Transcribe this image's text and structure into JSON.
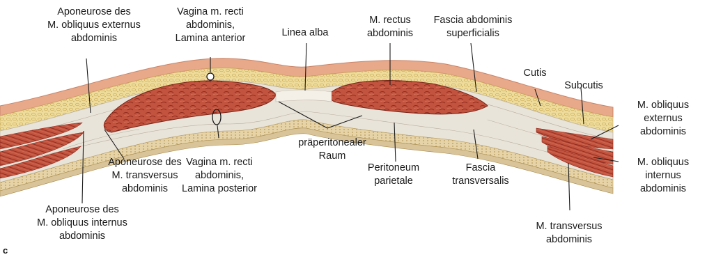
{
  "figure": {
    "panel_letter": "c",
    "labels": {
      "aponeurose_obliquus_externus": [
        "Aponeurose des",
        "M. obliquus externus",
        "abdominis"
      ],
      "vagina_lamina_anterior": [
        "Vagina m. recti",
        "abdominis,",
        "Lamina anterior"
      ],
      "linea_alba": [
        "Linea alba"
      ],
      "rectus_abdominis": [
        "M. rectus",
        "abdominis"
      ],
      "fascia_superficialis": [
        "Fascia abdominis",
        "superficialis"
      ],
      "cutis": [
        "Cutis"
      ],
      "subcutis": [
        "Subcutis"
      ],
      "obliquus_externus": [
        "M. obliquus",
        "externus",
        "abdominis"
      ],
      "obliquus_internus": [
        "M. obliquus",
        "internus",
        "abdominis"
      ],
      "transversus_abdominis": [
        "M. transversus",
        "abdominis"
      ],
      "fascia_transversalis": [
        "Fascia",
        "transversalis"
      ],
      "peritoneum_parietale": [
        "Peritoneum",
        "parietale"
      ],
      "praeperitonealer_raum": [
        "präperitonealer",
        "Raum"
      ],
      "vagina_lamina_posterior": [
        "Vagina m. recti",
        "abdominis,",
        "Lamina posterior"
      ],
      "aponeurose_transversus": [
        "Aponeurose des",
        "M. transversus",
        "abdominis"
      ],
      "aponeurose_obliquus_internus": [
        "Aponeurose des",
        "M. obliquus internus",
        "abdominis"
      ]
    },
    "colors": {
      "skin": "#e8a88a",
      "skin_dark": "#c98468",
      "fat": "#eedc9c",
      "fat_dot": "#c9a852",
      "fascia": "#e9e4da",
      "muscle": "#c2533e",
      "muscle_dark": "#8e2a1e",
      "muscle_light": "#d7765d",
      "peritoneum": "#d9c49a",
      "leader": "#1a1a1a"
    }
  }
}
